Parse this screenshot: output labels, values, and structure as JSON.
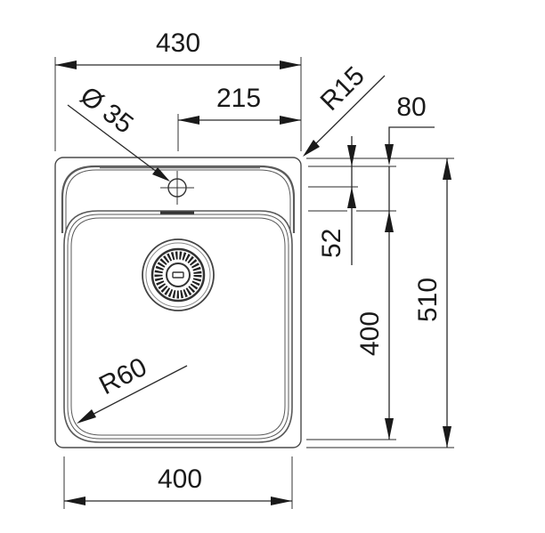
{
  "drawing": {
    "subject": "single bowl kitchen sink top view",
    "units": "mm"
  },
  "dimensions": {
    "overall_width": "430",
    "tap_hole_offset": "215",
    "tap_hole_diameter": "Ø 35",
    "corner_radius_outer": "R15",
    "back_ledge": "80",
    "ledge_step": "52",
    "bowl_depth_length": "400",
    "overall_length": "510",
    "bowl_corner_radius": "R60",
    "bowl_width": "400"
  },
  "colors": {
    "line": "#2a2a2a",
    "outline": "#4a4a4a",
    "background": "#ffffff"
  }
}
